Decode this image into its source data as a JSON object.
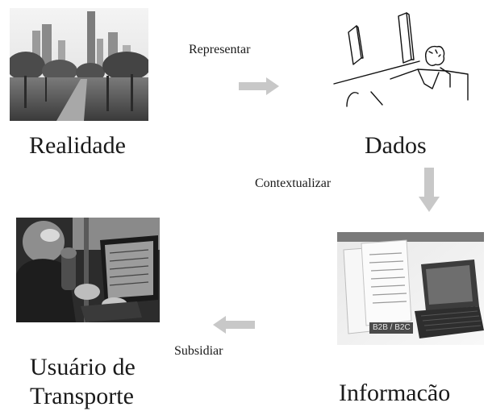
{
  "nodes": {
    "realidade": {
      "label": "Realidade"
    },
    "dados": {
      "label": "Dados"
    },
    "informacao": {
      "label": "Informacão",
      "image_badge": "B2B / B2C"
    },
    "usuario": {
      "label_line1": "Usuário de",
      "label_line2": "Transporte"
    }
  },
  "edges": {
    "representar": {
      "label": "Representar"
    },
    "contextualizar": {
      "label": "Contextualizar"
    },
    "subsidiar": {
      "label": "Subsidiar"
    }
  },
  "colors": {
    "arrow": "#c8c8c8",
    "text": "#1a1a1a"
  },
  "icons": {
    "realidade": "city-park-photo",
    "dados": "line-sketch-drawing",
    "informacao": "laptop-documents-photo",
    "usuario": "person-at-computer-photo"
  }
}
